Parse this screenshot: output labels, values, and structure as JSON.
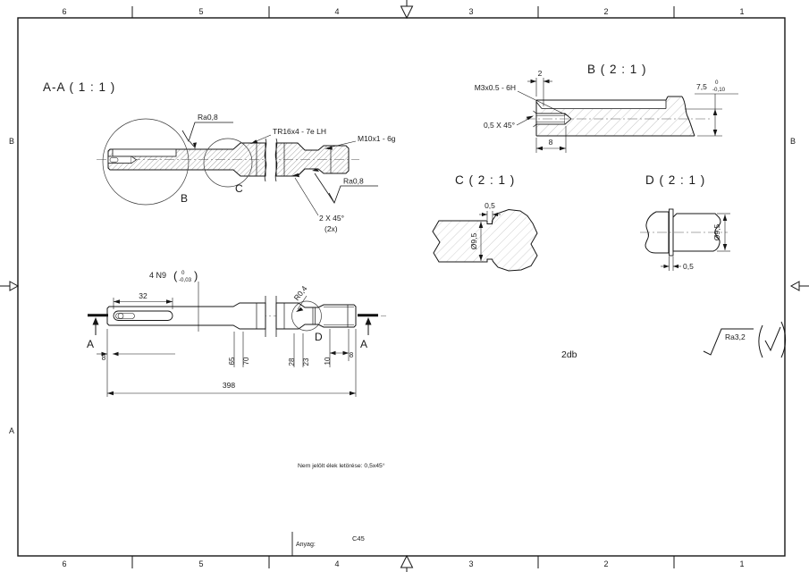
{
  "sheet": {
    "zones_top": [
      "6",
      "5",
      "4",
      "3",
      "2",
      "1"
    ],
    "zones_bottom": [
      "6",
      "5",
      "4",
      "3",
      "2",
      "1"
    ],
    "row_left_top": "B",
    "row_left_bottom": "A",
    "row_right_top": "B"
  },
  "view_aa": {
    "title": "A-A ( 1 : 1 )",
    "ra_top": "Ra0,8",
    "thread_label": "TR16x4 - 7e LH",
    "m10_label": "M10x1 - 6g",
    "ra_right": "Ra0,8",
    "chamfer_label": "2 X 45°",
    "chamfer_qty": "(2x)",
    "detail_b": "B",
    "detail_c": "C"
  },
  "view_b": {
    "title": "B ( 2 : 1 )",
    "m3_label": "M3x0.5 - 6H",
    "chamfer_label": "0,5 X 45°",
    "dim_2": "2",
    "dim_8": "8",
    "dim_75": "7,5",
    "tol_high": "0",
    "tol_low": "-0,10"
  },
  "view_c": {
    "title": "C ( 2 : 1 )",
    "dim_05": "0,5",
    "dim_dia": "Ø9,5"
  },
  "view_d": {
    "title": "D ( 2 : 1 )",
    "dim_dia": "Ø9,5",
    "dim_05": "0,5"
  },
  "view_main": {
    "keyway_label": "4 N9",
    "paren_open": "(",
    "keyway_tol_high": "0",
    "keyway_tol_low": "-0,03",
    "paren_close": ")",
    "dim_32": "32",
    "radius_label": "R0,4",
    "section_a_left": "A",
    "section_a_right": "A",
    "detail_d": "D",
    "dim_8_left": "8",
    "dim_65": "65",
    "dim_70": "70",
    "dim_28": "28",
    "dim_23": "23",
    "dim_10": "10",
    "dim_8_right": "8",
    "dim_total": "398"
  },
  "notes": {
    "quantity": "2db",
    "surface_finish": "Ra3,2",
    "edge_note": "Nem jelölt élek letörése: 0,5x45°"
  },
  "title_block": {
    "material_label": "Anyag:",
    "material_value": "C45"
  }
}
